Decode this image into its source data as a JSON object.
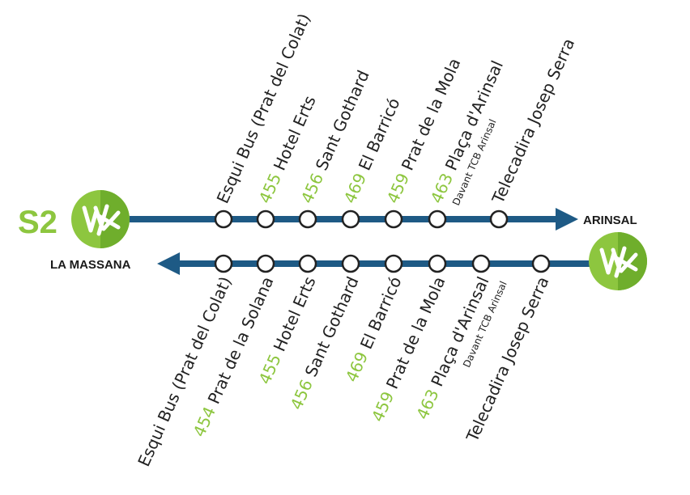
{
  "route_label": "S2",
  "colors": {
    "line": "#1e5a85",
    "brand_green": "#8dc63f",
    "text": "#222222"
  },
  "outbound": {
    "destination": "ARINSAL",
    "stops": [
      {
        "number": "",
        "name": "Esqui Bus (Prat del Colat)",
        "sub": ""
      },
      {
        "number": "455",
        "name": "Hotel Erts",
        "sub": ""
      },
      {
        "number": "456",
        "name": "Sant Gothard",
        "sub": ""
      },
      {
        "number": "469",
        "name": "El Barricó",
        "sub": ""
      },
      {
        "number": "459",
        "name": "Prat de la Mola",
        "sub": ""
      },
      {
        "number": "463",
        "name": "Plaça d'Arinsal",
        "sub": "Davant TCB Arinsal"
      },
      {
        "number": "",
        "name": "Telecadira Josep Serra",
        "sub": ""
      }
    ]
  },
  "inbound": {
    "destination": "LA MASSANA",
    "stops": [
      {
        "number": "",
        "name": "Esqui Bus (Prat del Colat)",
        "sub": ""
      },
      {
        "number": "454",
        "name": "Prat de la Solana",
        "sub": ""
      },
      {
        "number": "455",
        "name": "Hotel Erts",
        "sub": ""
      },
      {
        "number": "456",
        "name": "Sant Gothard",
        "sub": ""
      },
      {
        "number": "469",
        "name": "El Barricó",
        "sub": ""
      },
      {
        "number": "459",
        "name": "Prat de la Mola",
        "sub": ""
      },
      {
        "number": "463",
        "name": "Plaça d'Arinsal",
        "sub": "Davant TCB Arinsal"
      },
      {
        "number": "",
        "name": "Telecadira Josep Serra",
        "sub": ""
      }
    ]
  },
  "icons": {
    "logo": "vallnord-logo-icon",
    "arrow": "arrow-icon"
  }
}
